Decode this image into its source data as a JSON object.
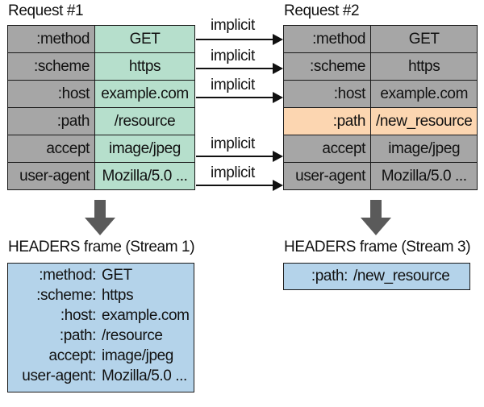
{
  "request1": {
    "title": "Request #1",
    "rows": [
      {
        "key": ":method",
        "value": "GET"
      },
      {
        "key": ":scheme",
        "value": "https"
      },
      {
        "key": ":host",
        "value": "example.com"
      },
      {
        "key": ":path",
        "value": "/resource"
      },
      {
        "key": "accept",
        "value": "image/jpeg"
      },
      {
        "key": "user-agent",
        "value": "Mozilla/5.0 ..."
      }
    ]
  },
  "request2": {
    "title": "Request #2",
    "rows": [
      {
        "key": ":method",
        "value": "GET"
      },
      {
        "key": ":scheme",
        "value": "https"
      },
      {
        "key": ":host",
        "value": "example.com"
      },
      {
        "key": ":path",
        "value": "/new_resource",
        "changed": true
      },
      {
        "key": "accept",
        "value": "image/jpeg"
      },
      {
        "key": "user-agent",
        "value": "Mozilla/5.0 ..."
      }
    ]
  },
  "implicit_label": "implicit",
  "frame1": {
    "title": "HEADERS frame (Stream 1)",
    "rows": [
      {
        "key": ":method:",
        "value": "GET"
      },
      {
        "key": ":scheme:",
        "value": "https"
      },
      {
        "key": ":host:",
        "value": "example.com"
      },
      {
        "key": ":path:",
        "value": "/resource"
      },
      {
        "key": "accept:",
        "value": "image/jpeg"
      },
      {
        "key": "user-agent:",
        "value": "Mozilla/5.0 ..."
      }
    ]
  },
  "frame2": {
    "title": "HEADERS frame (Stream 3)",
    "rows": [
      {
        "key": ":path:",
        "value": "/new_resource"
      }
    ]
  },
  "colors": {
    "key_cell": "#a6a6a6",
    "req1_value_cell": "#b6dfcc",
    "changed_cell": "#fcd6b1",
    "frame_fill": "#b4d3ea",
    "down_arrow": "#5a5a5a"
  }
}
